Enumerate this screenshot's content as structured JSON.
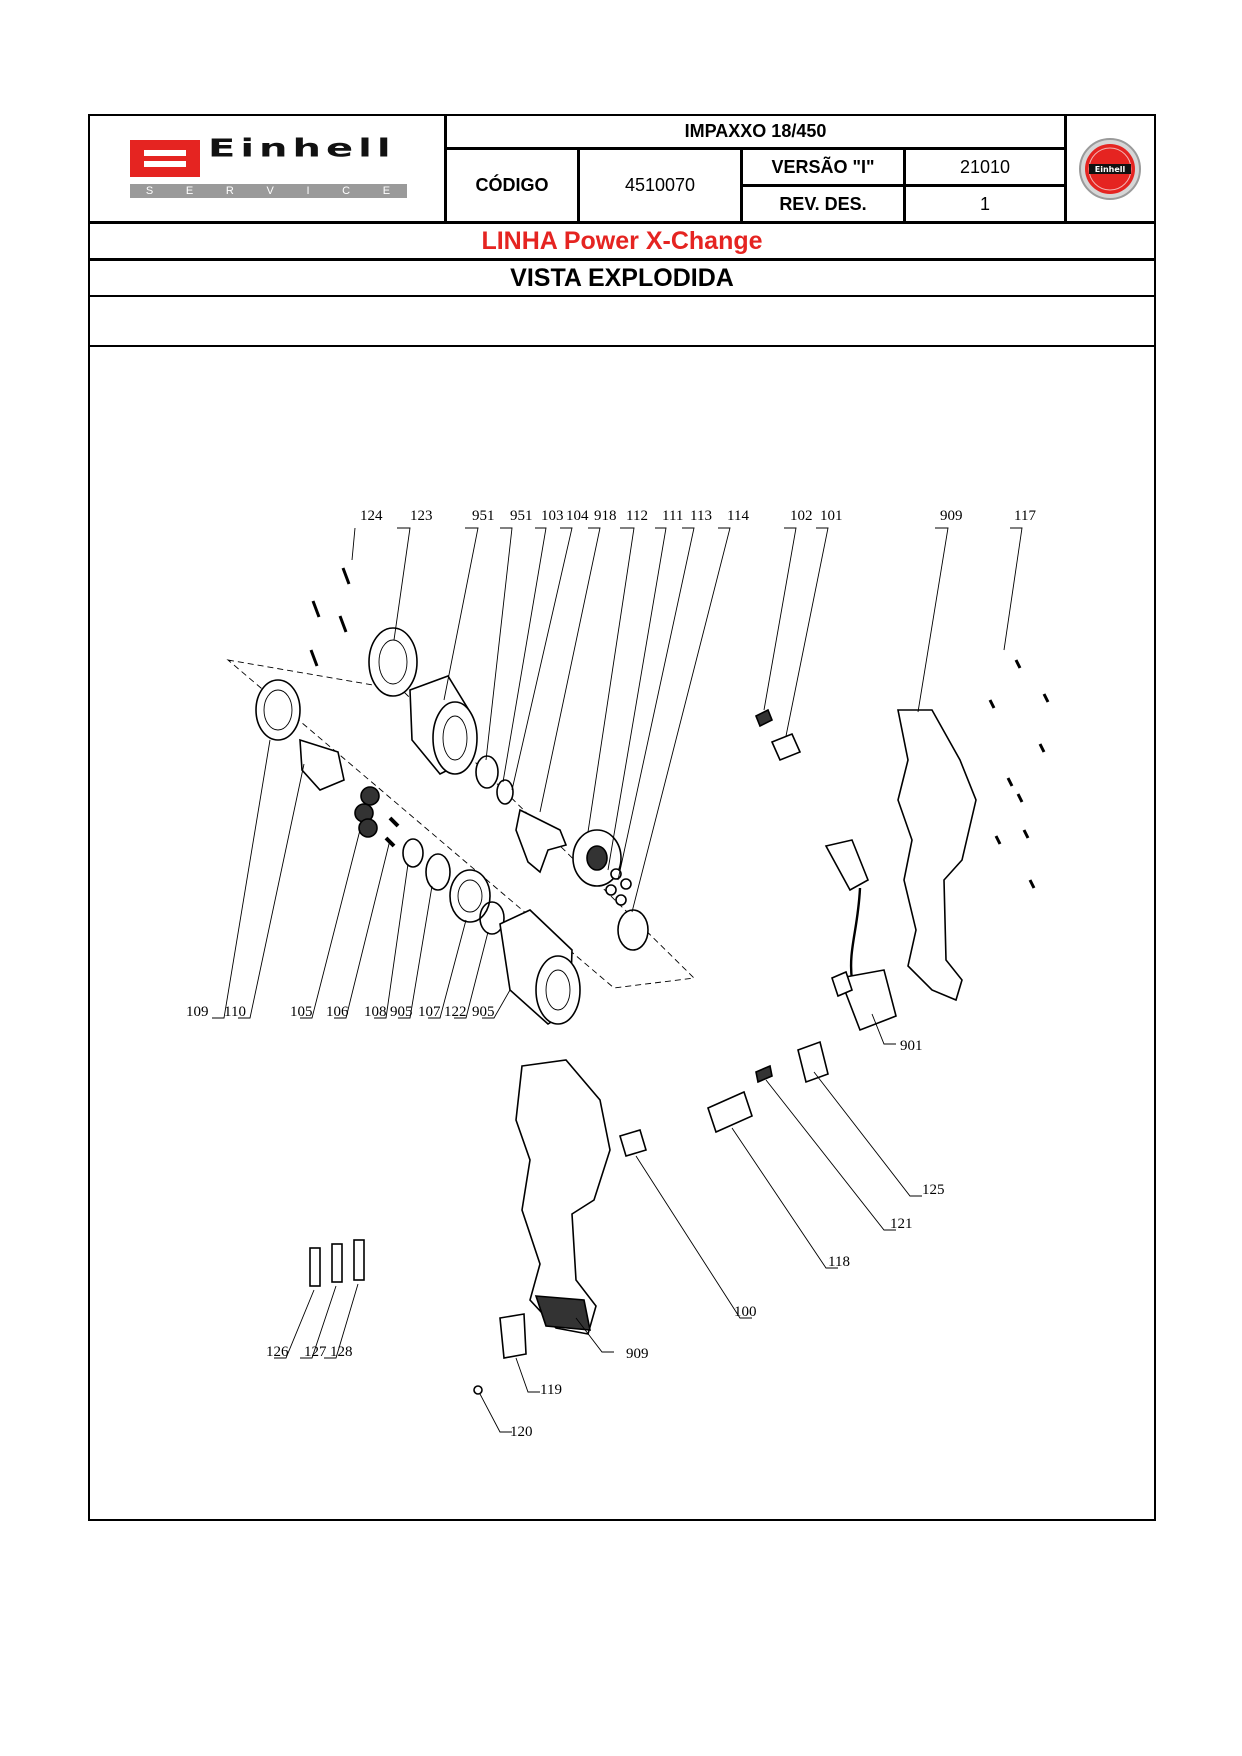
{
  "header": {
    "brand_word": "Einhell",
    "brand_service": [
      "S",
      "E",
      "R",
      "V",
      "I",
      "C",
      "E"
    ],
    "model": "IMPAXXO 18/450",
    "codigo_label": "CÓDIGO",
    "codigo_value": "4510070",
    "versao_label": "VERSÃO \"I\"",
    "versao_value": "21010",
    "rev_label": "REV. DES.",
    "rev_value": "1",
    "seal_text": "Einhell"
  },
  "line_title": "LINHA Power X-Change",
  "view_title": "VISTA EXPLODIDA",
  "colors": {
    "brand_red": "#e52421",
    "service_grey": "#9a9a9a"
  },
  "parts": {
    "p124": "124",
    "p123": "123",
    "p951a": "951",
    "p951b": "951",
    "p103": "103",
    "p104": "104",
    "p918": "918",
    "p112": "112",
    "p111": "111",
    "p113": "113",
    "p114": "114",
    "p102": "102",
    "p101": "101",
    "p909a": "909",
    "p117": "117",
    "p109": "109",
    "p110": "110",
    "p105": "105",
    "p106": "106",
    "p108": "108",
    "p905a": "905",
    "p107": "107",
    "p122": "122",
    "p905b": "905",
    "p901": "901",
    "p125": "125",
    "p121": "121",
    "p118": "118",
    "p100": "100",
    "p909b": "909",
    "p126": "126",
    "p127": "127",
    "p128": "128",
    "p119": "119",
    "p120": "120"
  }
}
